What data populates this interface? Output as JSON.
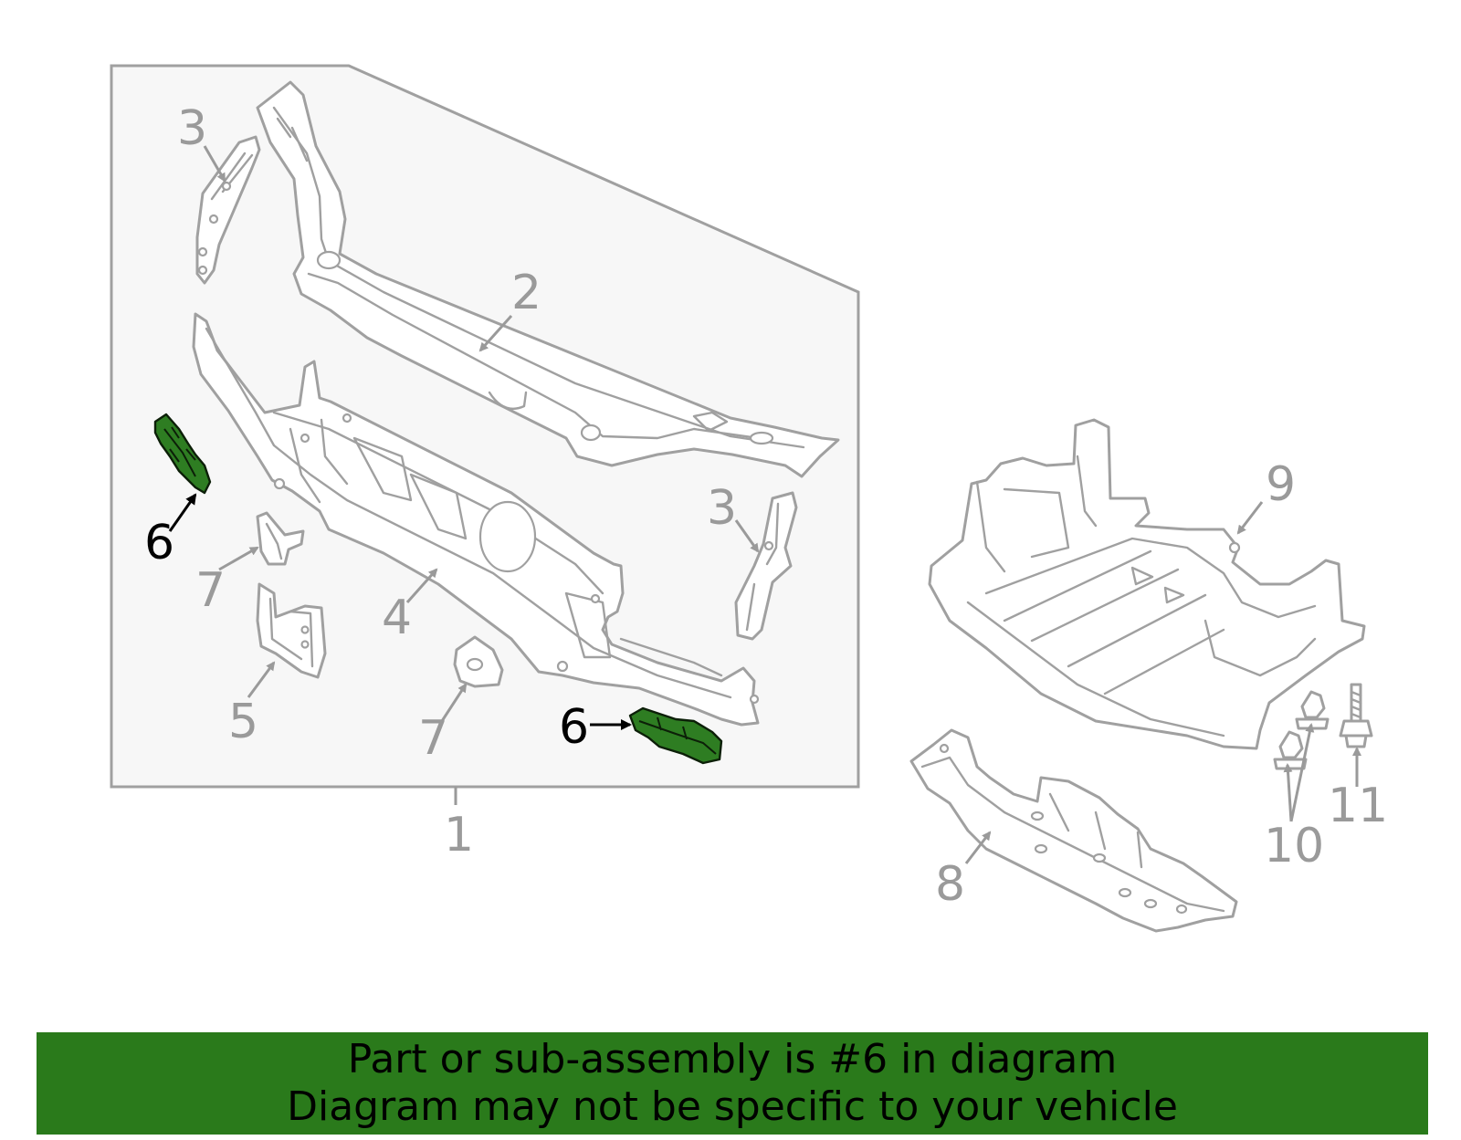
{
  "diagram": {
    "callouts": [
      {
        "id": "c1",
        "label": "1"
      },
      {
        "id": "c2",
        "label": "2"
      },
      {
        "id": "c3a",
        "label": "3"
      },
      {
        "id": "c3b",
        "label": "3"
      },
      {
        "id": "c4",
        "label": "4"
      },
      {
        "id": "c5",
        "label": "5"
      },
      {
        "id": "c6a",
        "label": "6"
      },
      {
        "id": "c6b",
        "label": "6"
      },
      {
        "id": "c7a",
        "label": "7"
      },
      {
        "id": "c7b",
        "label": "7"
      },
      {
        "id": "c8",
        "label": "8"
      },
      {
        "id": "c9",
        "label": "9"
      },
      {
        "id": "c10",
        "label": "10"
      },
      {
        "id": "c11",
        "label": "11"
      }
    ],
    "highlighted_part": "6",
    "colors": {
      "highlight": "#2e7d22",
      "banner": "#2a7a1b",
      "line": "#a0a0a0",
      "group_box_fill": "#f7f7f7"
    }
  },
  "banner": {
    "line1": "Part or sub-assembly is #6 in diagram",
    "line2": "Diagram may not be specific to your vehicle"
  }
}
